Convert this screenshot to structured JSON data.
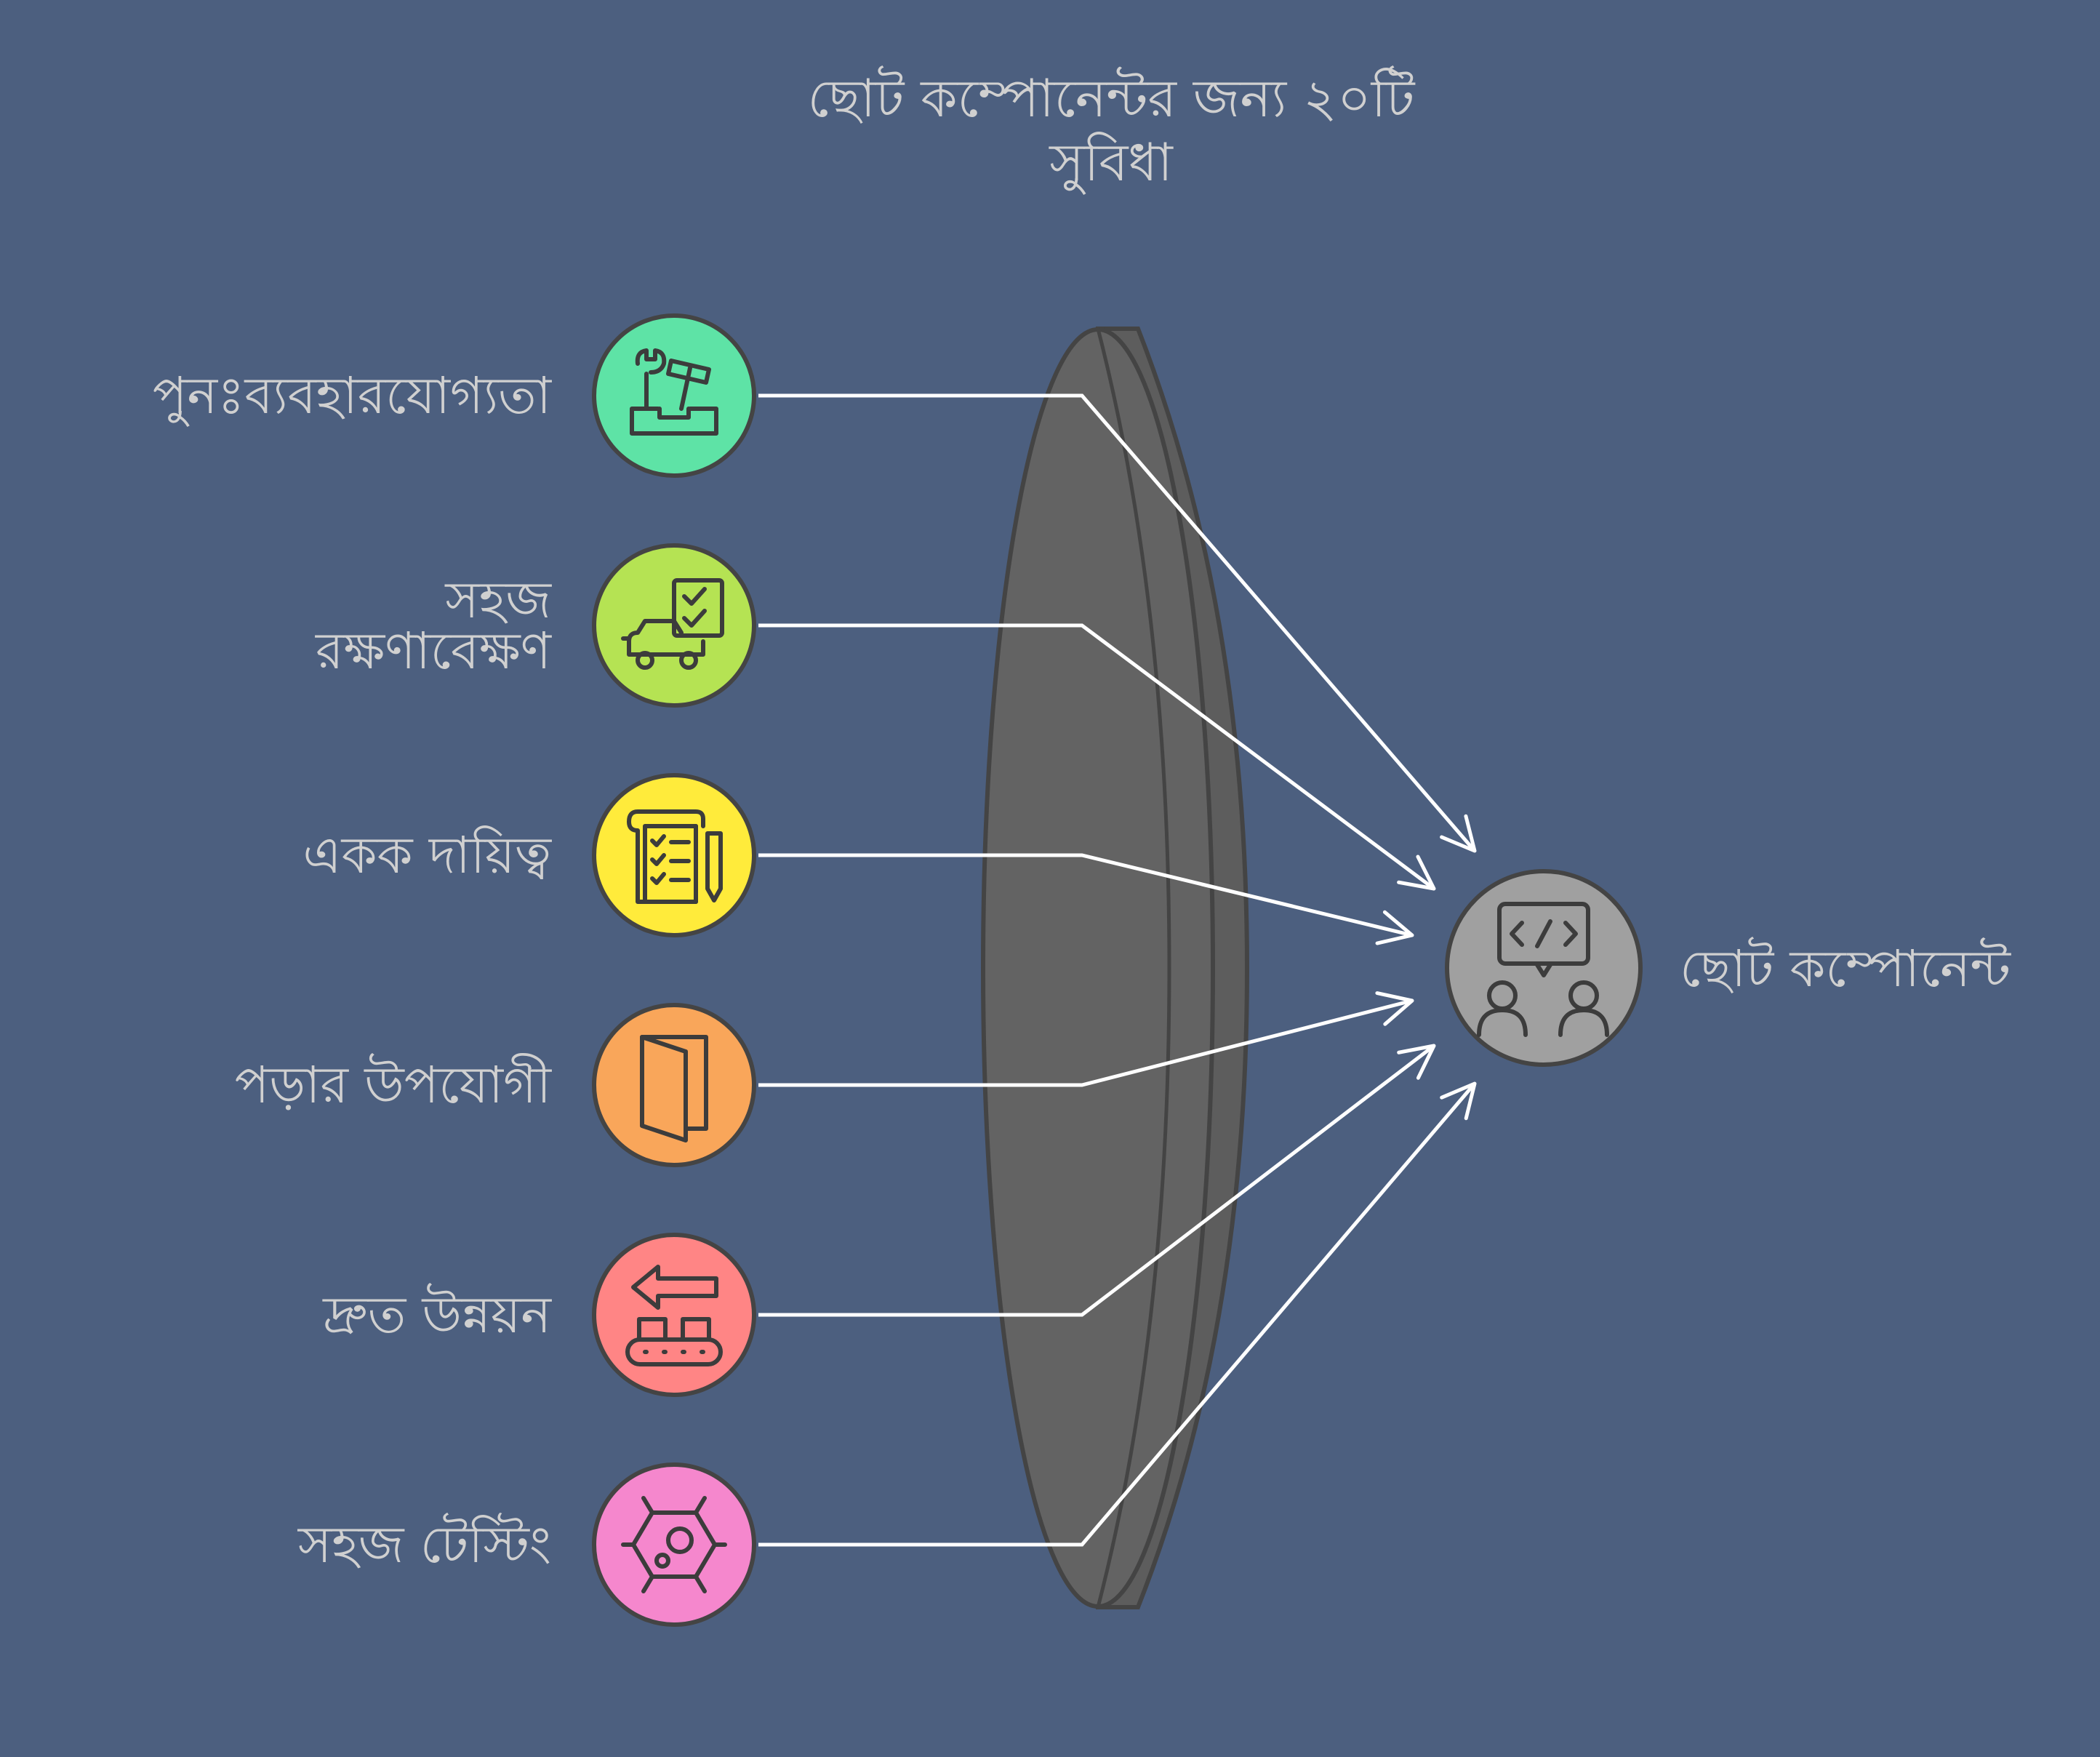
{
  "title": {
    "line1": "ছোট কম্পোনেন্টর জন্য ২০টি",
    "line2": "সুবিধা"
  },
  "benefits": [
    {
      "lines": [
        "পুনঃব্যবহারযোগ্যতা"
      ],
      "icon": "toolbox-icon",
      "color": "#5ee3a6"
    },
    {
      "lines": [
        "সহজ",
        "রক্ষণাবেক্ষণ"
      ],
      "icon": "car-maintenance-icon",
      "color": "#b5e353"
    },
    {
      "lines": [
        "একক দায়িত্ব"
      ],
      "icon": "checklist-icon",
      "color": "#ffeb3b"
    },
    {
      "lines": [
        "পড়ার উপযোগী"
      ],
      "icon": "open-door-icon",
      "color": "#f9a65a"
    },
    {
      "lines": [
        "দ্রুত উন্নয়ন"
      ],
      "icon": "conveyor-icon",
      "color": "#ff8585"
    },
    {
      "lines": [
        "সহজ টেস্টিং"
      ],
      "icon": "virus-icon",
      "color": "#f587cd"
    }
  ],
  "target": {
    "label": "ছোট কম্পোনেন্ট",
    "icon": "code-collaboration-icon",
    "color": "#a0a0a0"
  },
  "lens_color": "#636363"
}
